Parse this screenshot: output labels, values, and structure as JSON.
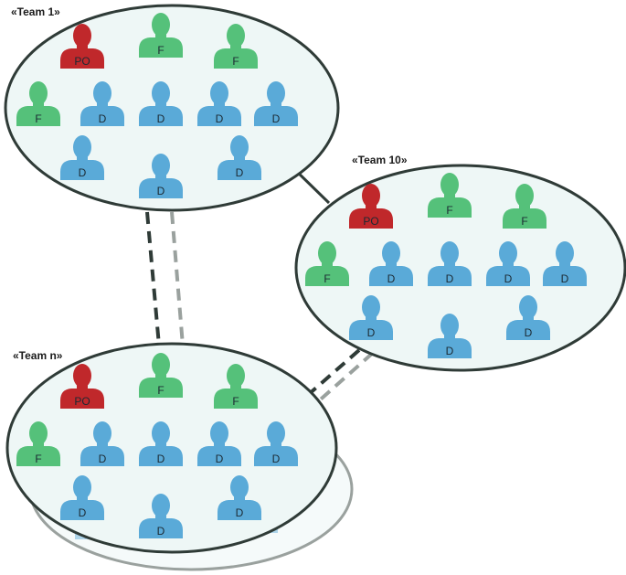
{
  "colors": {
    "background": "#ffffff",
    "team_fill": "#eef7f6",
    "team_border": "#2f3b37",
    "shadow_border": "#9aa19e",
    "role_PO": "#c0282b",
    "role_F": "#55c17a",
    "role_D": "#5aaad8",
    "link_dark": "#2f3b37",
    "link_light": "#9aa19e"
  },
  "icons": {
    "person": "person-silhouette-icon"
  },
  "teams": [
    {
      "id": "team-1",
      "title": "«Team 1»",
      "members": [
        {
          "role": "PO"
        },
        {
          "role": "F"
        },
        {
          "role": "F"
        },
        {
          "role": "F"
        },
        {
          "role": "D"
        },
        {
          "role": "D"
        },
        {
          "role": "D"
        },
        {
          "role": "D"
        },
        {
          "role": "D"
        },
        {
          "role": "D"
        },
        {
          "role": "D"
        }
      ]
    },
    {
      "id": "team-10",
      "title": "«Team 10»",
      "members": [
        {
          "role": "PO"
        },
        {
          "role": "F"
        },
        {
          "role": "F"
        },
        {
          "role": "F"
        },
        {
          "role": "D"
        },
        {
          "role": "D"
        },
        {
          "role": "D"
        },
        {
          "role": "D"
        },
        {
          "role": "D"
        },
        {
          "role": "D"
        },
        {
          "role": "D"
        }
      ]
    },
    {
      "id": "team-n",
      "title": "«Team n»",
      "members": [
        {
          "role": "PO"
        },
        {
          "role": "F"
        },
        {
          "role": "F"
        },
        {
          "role": "F"
        },
        {
          "role": "D"
        },
        {
          "role": "D"
        },
        {
          "role": "D"
        },
        {
          "role": "D"
        },
        {
          "role": "D"
        },
        {
          "role": "D"
        },
        {
          "role": "D"
        }
      ]
    }
  ],
  "shadow_team_labels": [
    "D",
    "D",
    "D"
  ]
}
